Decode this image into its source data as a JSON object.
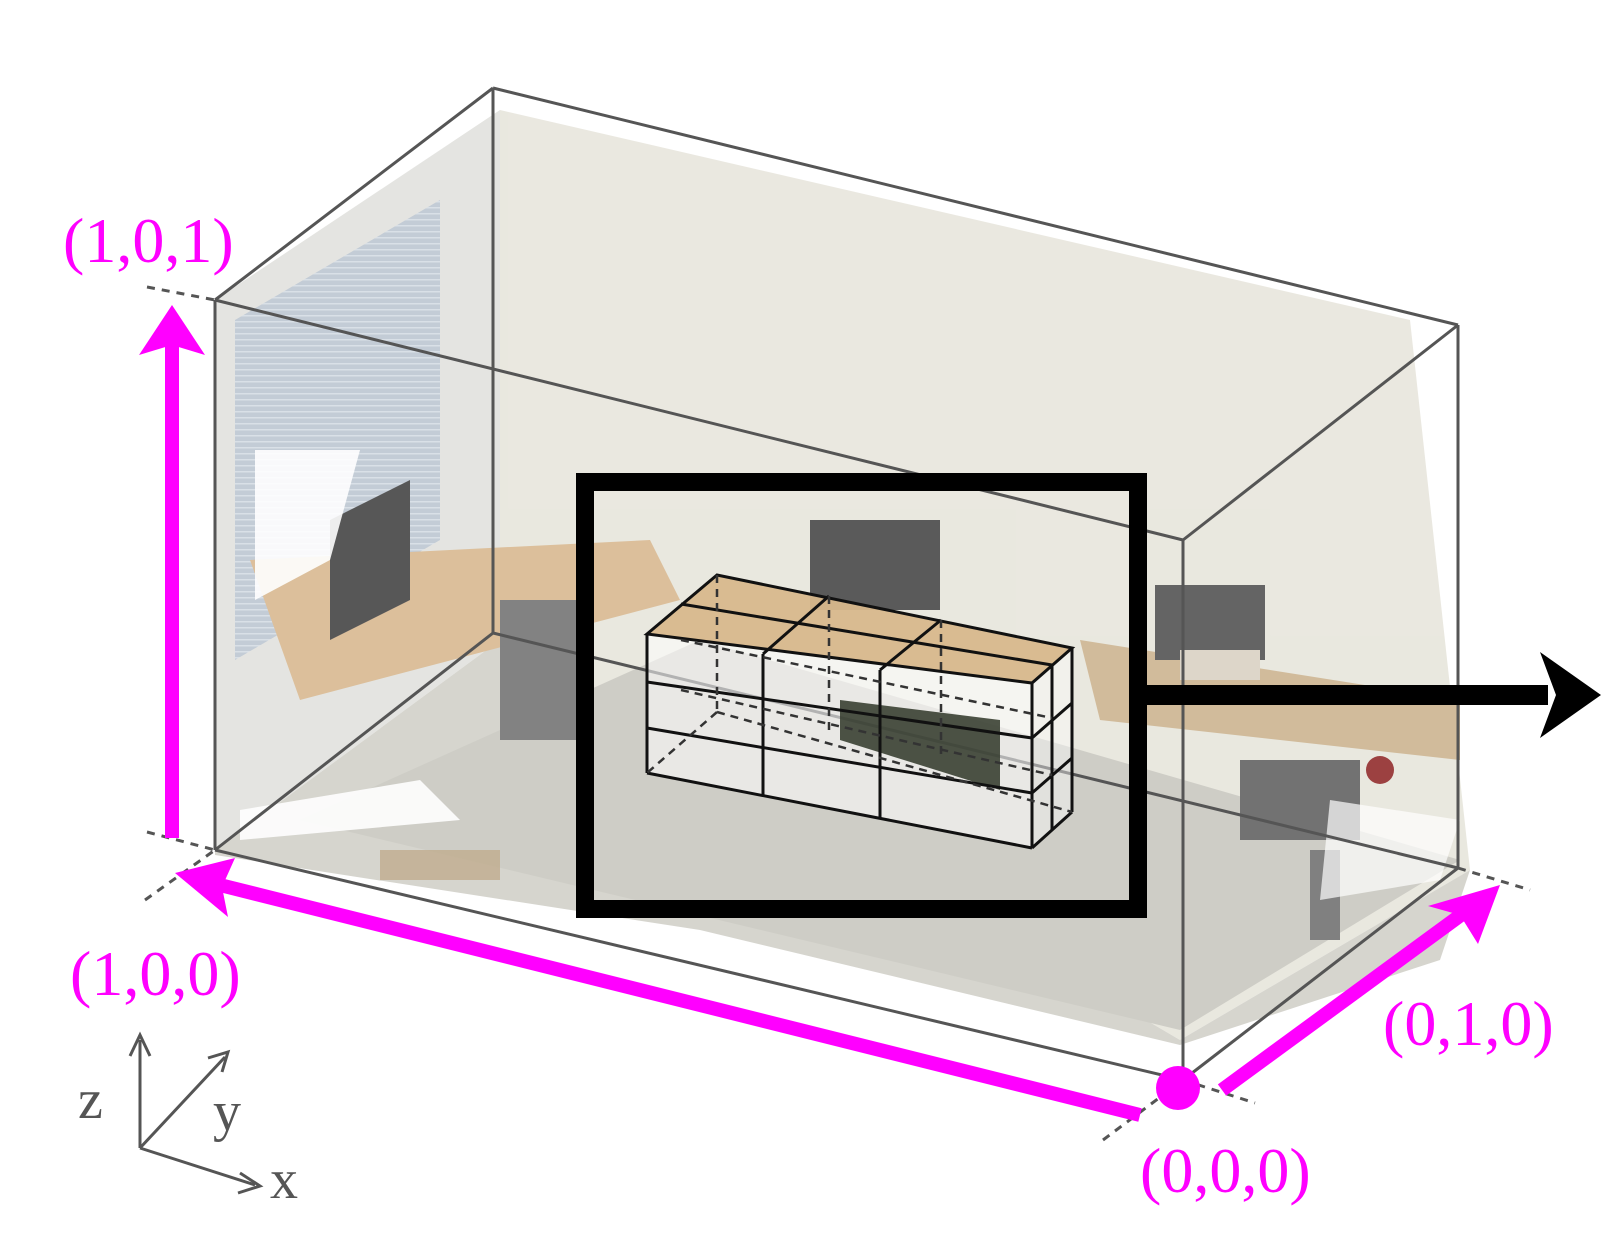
{
  "colors": {
    "accent": "#ff00ff",
    "box_edge": "#555555",
    "frame": "#000000",
    "wall": "#e2e0d6",
    "floor": "#c9c8c0",
    "desk": "#d8b88c"
  },
  "labels": {
    "origin": "(0,0,0)",
    "x_unit": "(1,0,0)",
    "y_unit": "(0,1,0)",
    "xz_corner": "(1,0,1)"
  },
  "axes": {
    "z": "z",
    "y": "y",
    "x": "x"
  }
}
